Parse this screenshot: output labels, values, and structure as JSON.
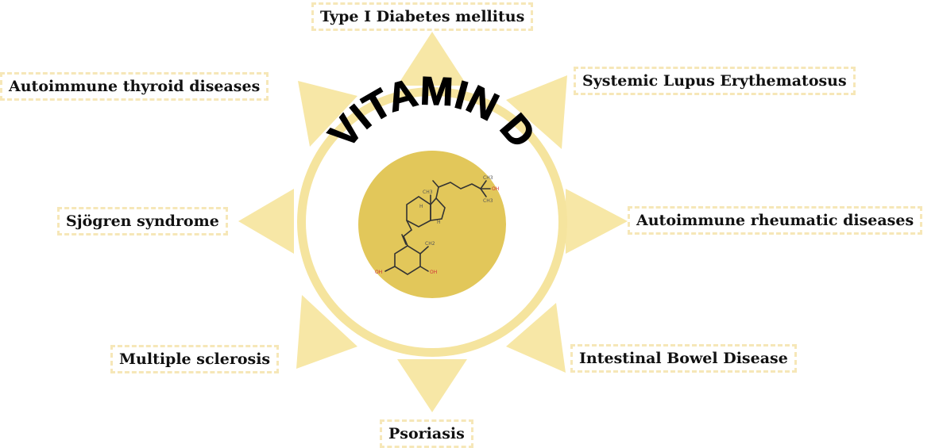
{
  "title": "VITAMIN D",
  "colors": {
    "sun_ray": "#f7e7a6",
    "outer_ring": "#f5e49e",
    "inner_ring": "#ffffff",
    "core": "#e2c75a",
    "label_border": "#f6e7b8",
    "title_text": "#000000"
  },
  "molecule": {
    "name": "vitamin-d-structure",
    "atoms": [
      "OH",
      "OH",
      "H",
      "H",
      "CH3",
      "CH3",
      "CH3",
      "CH2"
    ]
  },
  "diseases": [
    {
      "id": "t1d",
      "label": "Type I Diabetes mellitus"
    },
    {
      "id": "sle",
      "label": "Systemic Lupus Erythematosus"
    },
    {
      "id": "rheum",
      "label": "Autoimmune rheumatic diseases"
    },
    {
      "id": "ibd",
      "label": "Intestinal Bowel Disease"
    },
    {
      "id": "psoriasis",
      "label": "Psoriasis"
    },
    {
      "id": "ms",
      "label": "Multiple sclerosis"
    },
    {
      "id": "sjogren",
      "label": "Sjögren syndrome"
    },
    {
      "id": "thyroid",
      "label": "Autoimmune thyroid diseases"
    }
  ]
}
